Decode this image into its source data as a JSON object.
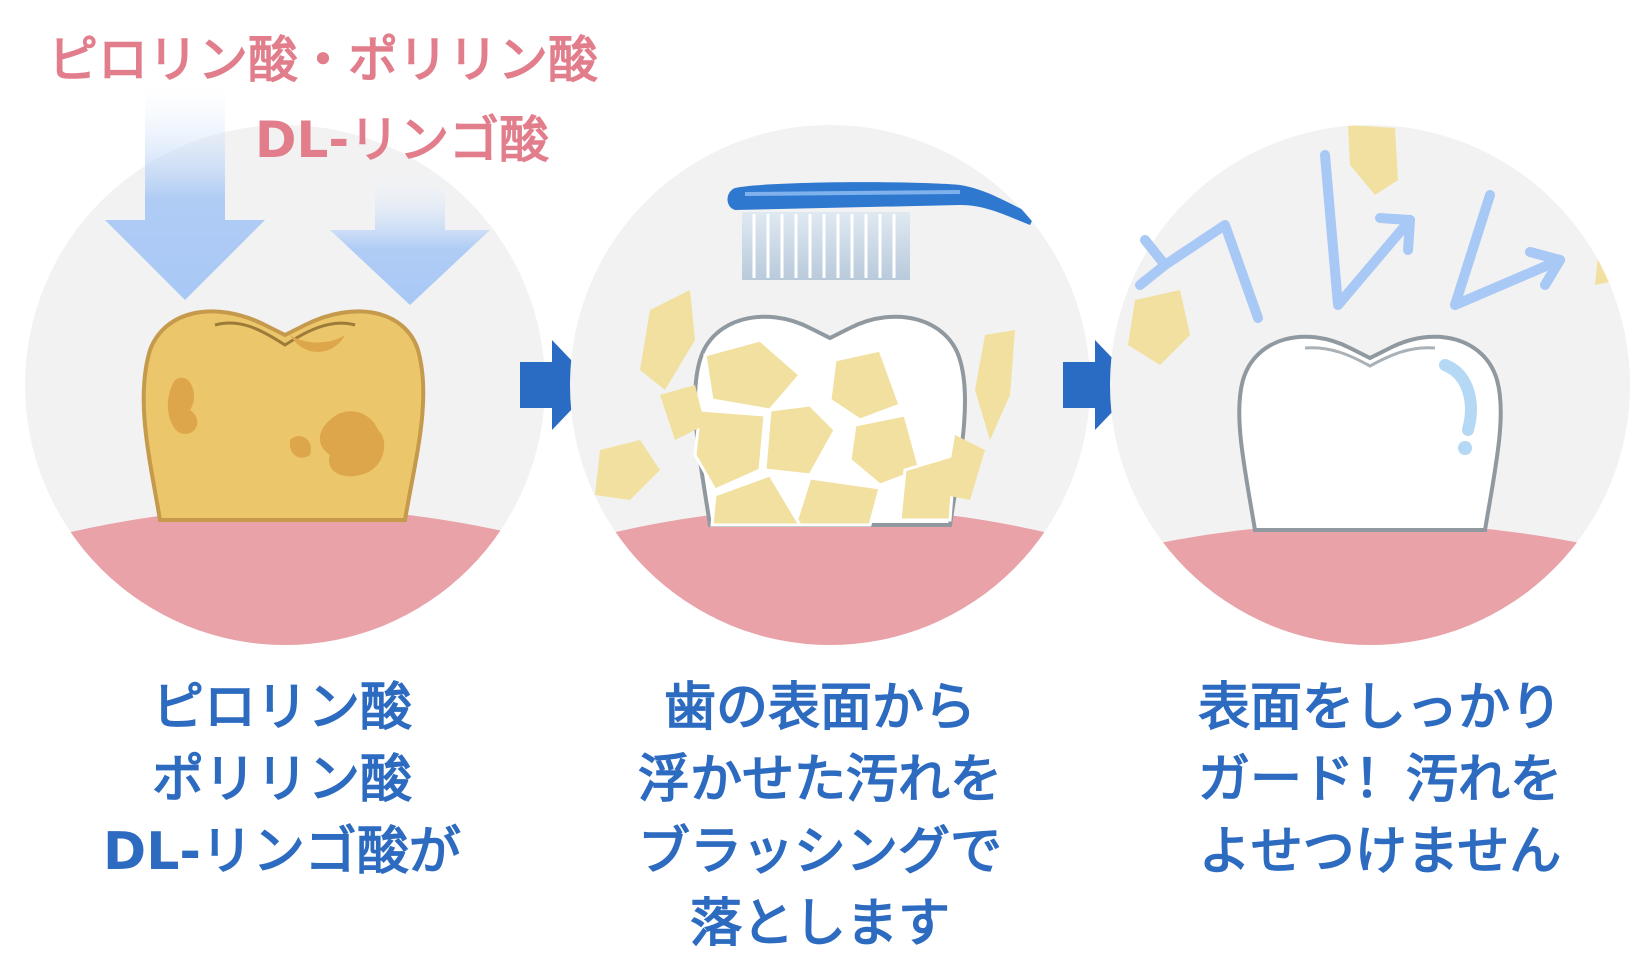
{
  "acid_label": {
    "line1": "ピロリン酸・ポリリン酸",
    "line2": "DL-リンゴ酸"
  },
  "steps": [
    {
      "lines": [
        "ピロリン酸",
        "ポリリン酸",
        "DL-リンゴ酸が"
      ]
    },
    {
      "lines": [
        "歯の表面から",
        "浮かせた汚れを",
        "ブラッシングで",
        "落とします"
      ]
    },
    {
      "lines": [
        "表面をしっかり",
        "ガード！汚れを",
        "よせつけません"
      ]
    }
  ],
  "colors": {
    "circle_bg": "#f2f2f2",
    "gum": "#e8a2a8",
    "stain": "#ecc66a",
    "tooth_white": "#ffffff",
    "flake": "#f1e09f",
    "arrow_light": "#a8c8f5",
    "step_arrow": "#2a6cc4",
    "caption_text": "#2d6bc0",
    "acid_text": "#e27e8c"
  }
}
